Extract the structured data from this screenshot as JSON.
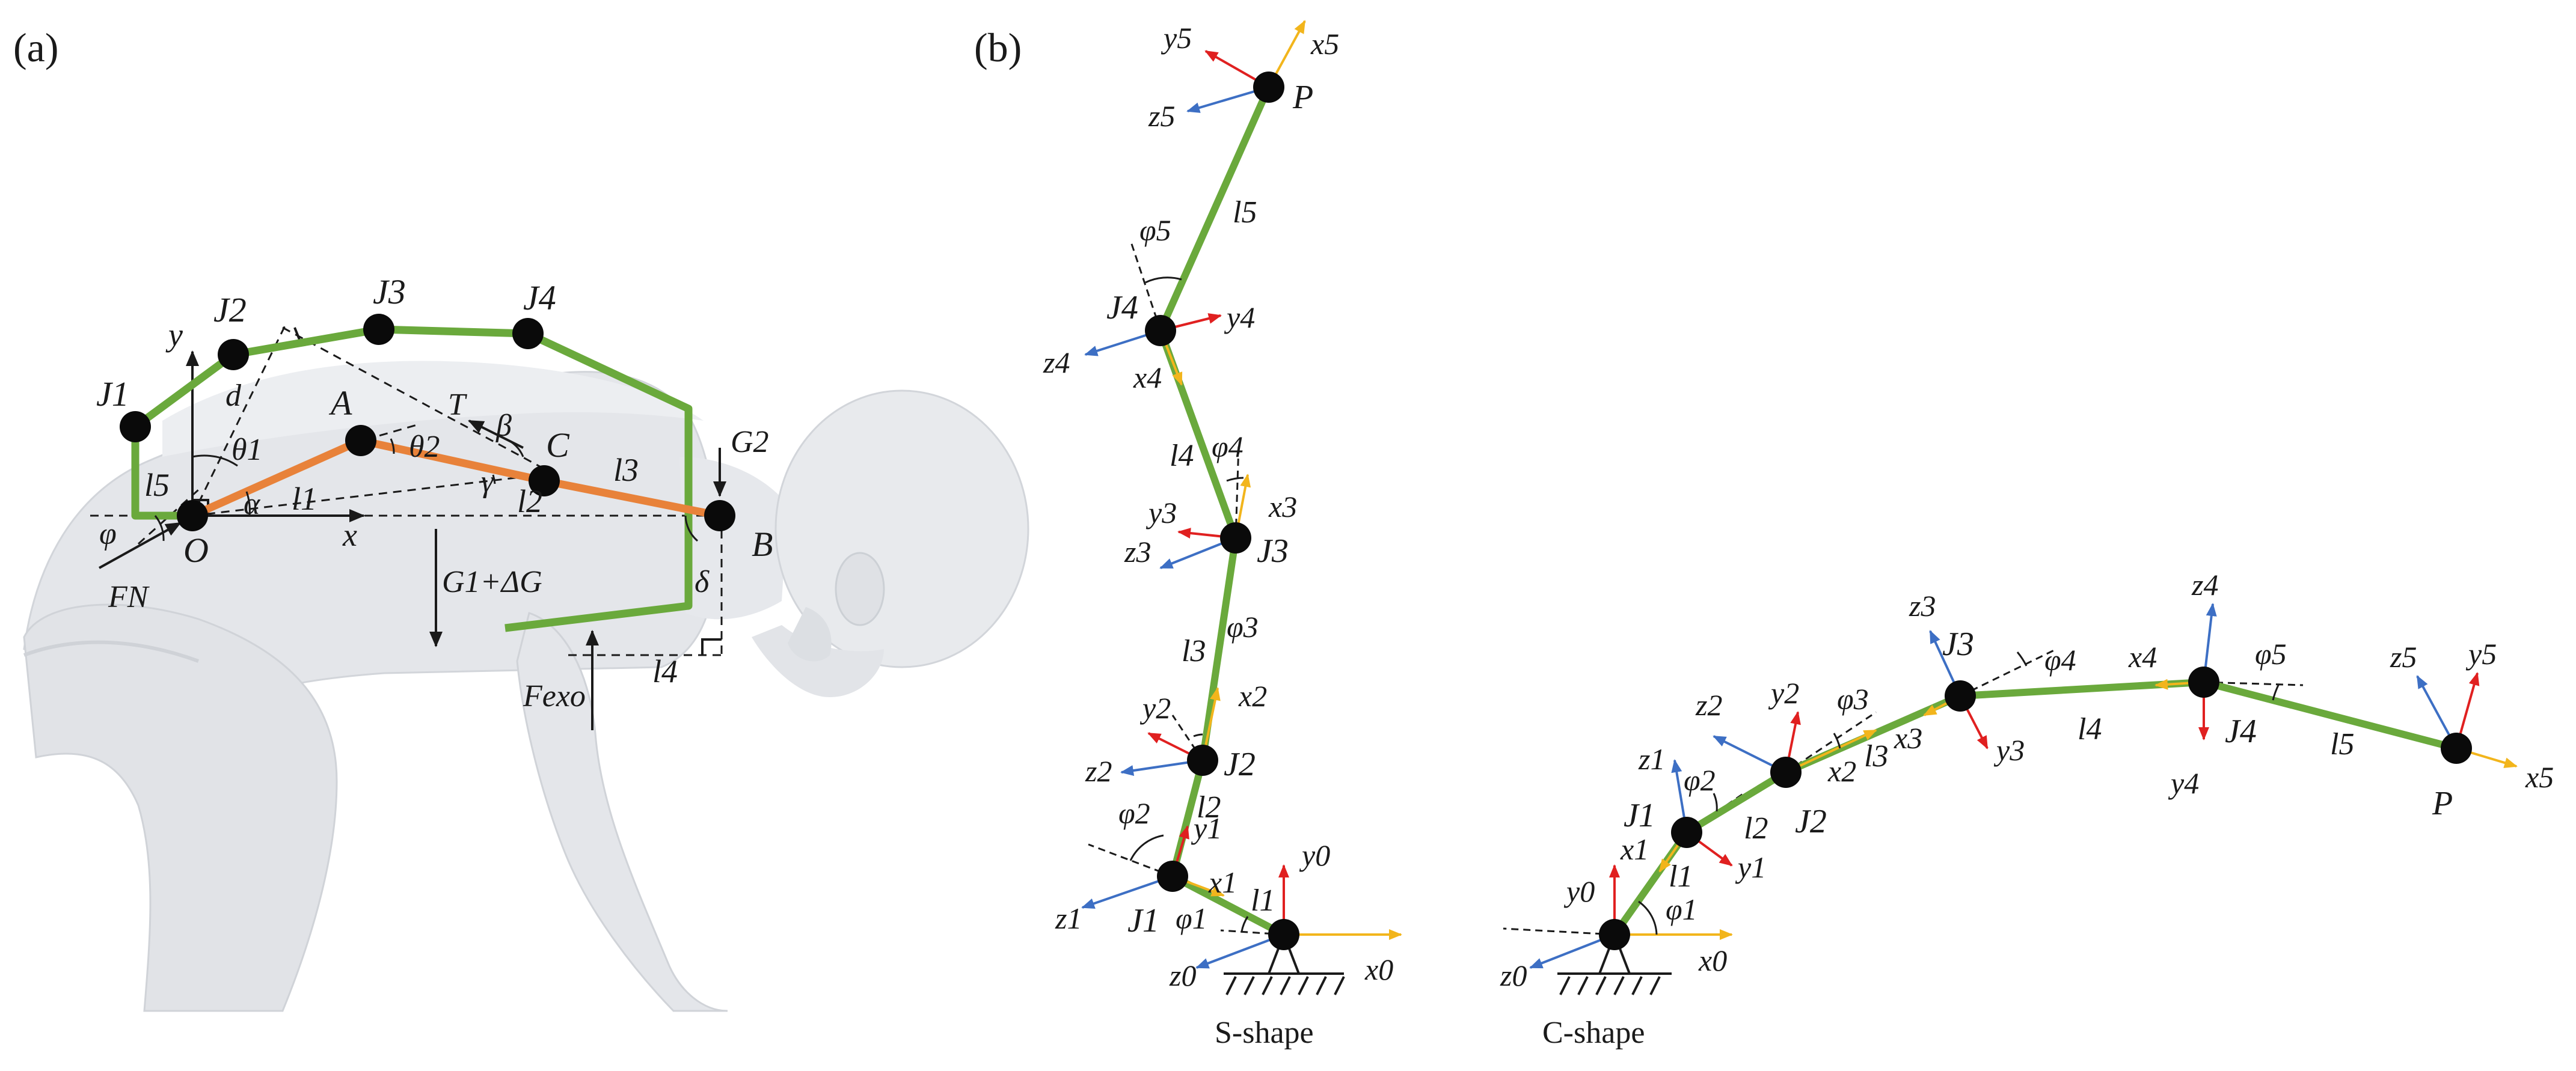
{
  "panels": [
    {
      "id": "a",
      "label": "(a)"
    },
    {
      "id": "b",
      "label": "(b)"
    }
  ],
  "colors": {
    "green": "#6aa93c",
    "orange": "#e8823a",
    "x_axis": "#f2b51c",
    "y_axis": "#e02020",
    "z_axis": "#3d6fc4",
    "body": "#e4e6ea",
    "ink": "#1a1a1a"
  },
  "panel_a": {
    "points": [
      "J1",
      "J2",
      "J3",
      "J4",
      "O",
      "A",
      "C",
      "B"
    ],
    "links": [
      "l1",
      "l2",
      "l3",
      "l4",
      "l5"
    ],
    "angles": [
      "θ1",
      "θ2",
      "α",
      "β",
      "γ",
      "δ",
      "φ"
    ],
    "forces": [
      "T",
      "G2",
      "G1+ΔG",
      "FN",
      "Fexo"
    ],
    "other": [
      "d",
      "x",
      "y"
    ]
  },
  "s_shape": {
    "caption": "S-shape",
    "joints": [
      "J1",
      "J2",
      "J3",
      "J4",
      "P"
    ],
    "links": [
      "l1",
      "l2",
      "l3",
      "l4",
      "l5"
    ],
    "angles": [
      "φ1",
      "φ2",
      "φ3",
      "φ4",
      "φ5"
    ]
  },
  "c_shape": {
    "caption": "C-shape",
    "joints": [
      "J1",
      "J2",
      "J3",
      "J4",
      "P"
    ],
    "links": [
      "l1",
      "l2",
      "l3",
      "l4",
      "l5"
    ],
    "angles": [
      "φ1",
      "φ2",
      "φ3",
      "φ4",
      "φ5"
    ]
  },
  "frames": [
    {
      "x": "x0",
      "y": "y0",
      "z": "z0"
    },
    {
      "x": "x1",
      "y": "y1",
      "z": "z1"
    },
    {
      "x": "x2",
      "y": "y2",
      "z": "z2"
    },
    {
      "x": "x3",
      "y": "y3",
      "z": "z3"
    },
    {
      "x": "x4",
      "y": "y4",
      "z": "z4"
    },
    {
      "x": "x5",
      "y": "y5",
      "z": "z5"
    }
  ]
}
